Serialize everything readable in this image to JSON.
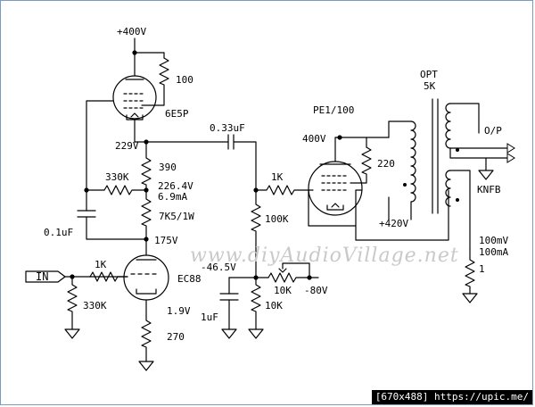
{
  "schematic": {
    "supply": {
      "b_plus_top": "+400V",
      "b_plus_output": "+420V"
    },
    "driver_tube": {
      "type": "6E5P",
      "plate_resistor": "100",
      "plate_voltage": "229V"
    },
    "ccs": {
      "r_top": "390",
      "voltage": "226.4V",
      "current": "6.9mA",
      "r_feedback": "330K",
      "r_bottom": "7K5/1W",
      "bypass_cap": "0.1uF",
      "node_voltage": "175V"
    },
    "input_stage": {
      "input_label": "IN",
      "grid_stopper": "1K",
      "grid_leak": "330K",
      "tube": "EC88",
      "cathode_voltage": "1.9V",
      "cathode_resistor": "270"
    },
    "coupling": {
      "cap": "0.33uF"
    },
    "output_stage": {
      "tube": "PE1/100",
      "plate_voltage": "400V",
      "g2_resistor": "220",
      "grid_stopper": "1K",
      "grid_resistor": "100K",
      "bias_voltage": "-46.5V",
      "bias_pot": "10K",
      "bias_supply": "-80V",
      "bias_resistor": "10K",
      "bias_cap": "1uF"
    },
    "transformer": {
      "label": "OPT",
      "impedance": "5K",
      "output_label": "O/P",
      "feedback_label": "KNFB"
    },
    "meter": {
      "range_v": "100mV",
      "range_i": "100mA",
      "shunt": "1"
    }
  },
  "watermark": "www.diyAudioVillage.net",
  "footer": "[670x488] https://upic.me/"
}
